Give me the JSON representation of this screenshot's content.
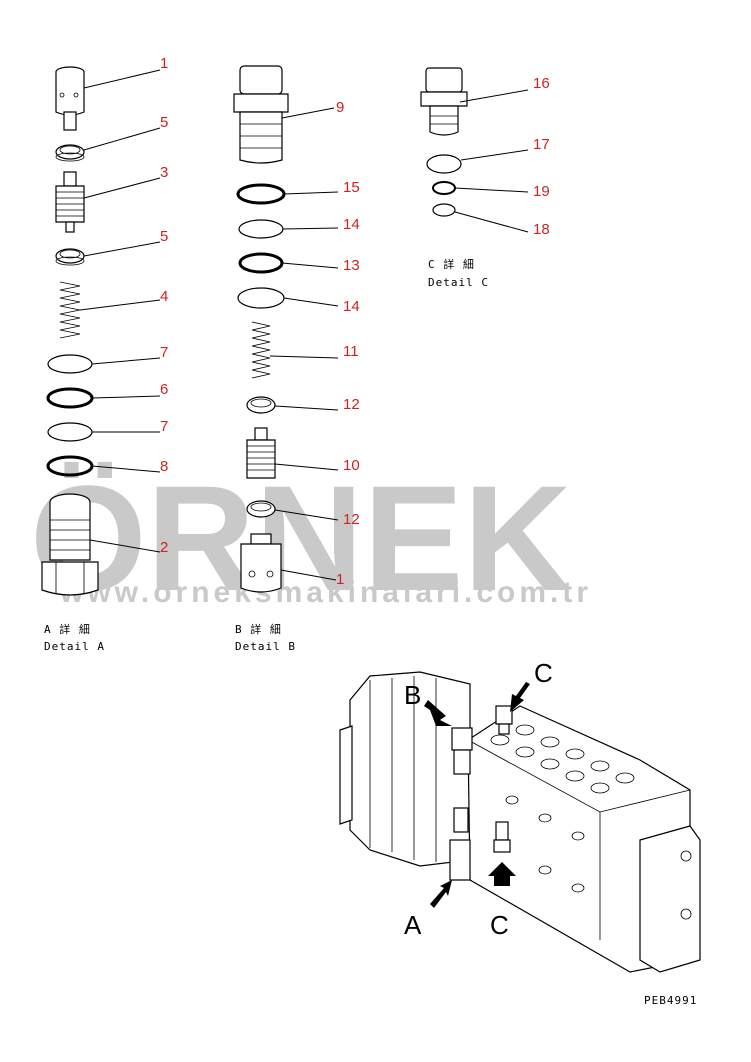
{
  "watermark": {
    "brand": "ÖRNEK",
    "url": "www.orneksmakinalari.com.tr"
  },
  "callouts": {
    "a1": "1",
    "a5a": "5",
    "a3": "3",
    "a5b": "5",
    "a4": "4",
    "a7a": "7",
    "a6": "6",
    "a7b": "7",
    "a8": "8",
    "a2": "2",
    "b9": "9",
    "b15": "15",
    "b14a": "14",
    "b13": "13",
    "b14b": "14",
    "b11": "11",
    "b12a": "12",
    "b10": "10",
    "b12b": "12",
    "b1": "1",
    "c16": "16",
    "c17": "17",
    "c19": "19",
    "c18": "18"
  },
  "details": {
    "a": {
      "jp": "A 詳 細",
      "en": "Detail A"
    },
    "b": {
      "jp": "B 詳 細",
      "en": "Detail B"
    },
    "c": {
      "jp": "C 詳 細",
      "en": "Detail C"
    }
  },
  "view_letters": {
    "b": "B",
    "c_top": "C",
    "a": "A",
    "c_bottom": "C"
  },
  "figure_code": "PEB4991"
}
